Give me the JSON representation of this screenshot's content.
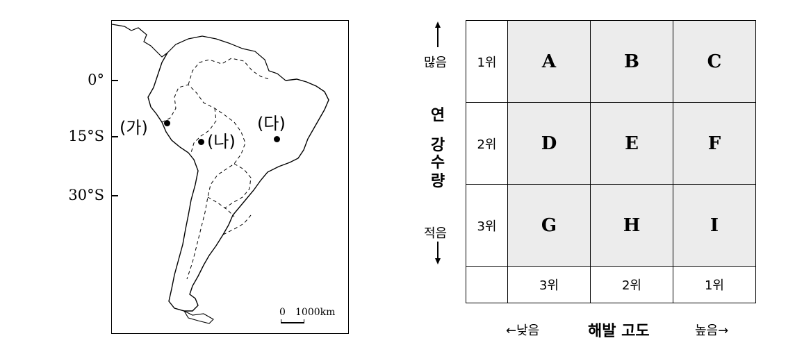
{
  "map": {
    "latitudes": [
      {
        "label": "0°"
      },
      {
        "label": "15°S"
      },
      {
        "label": "30°S"
      }
    ],
    "places": [
      {
        "label": "(가)"
      },
      {
        "label": "(나)"
      },
      {
        "label": "(다)"
      }
    ],
    "scale": {
      "zero": "0",
      "distance": "1000km"
    }
  },
  "chart_data": {
    "type": "table",
    "ylabel": "연 강수량",
    "xlabel": "해발 고도",
    "y_high": "많음",
    "y_low": "적음",
    "x_low": "←낮음",
    "x_high": "높음→",
    "row_ranks": [
      "1위",
      "2위",
      "3위"
    ],
    "col_ranks": [
      "3위",
      "2위",
      "1위"
    ],
    "cells": [
      [
        "A",
        "B",
        "C"
      ],
      [
        "D",
        "E",
        "F"
      ],
      [
        "G",
        "H",
        "I"
      ]
    ]
  },
  "colors": {
    "cell_fill": "#ececec",
    "line": "#000000"
  }
}
